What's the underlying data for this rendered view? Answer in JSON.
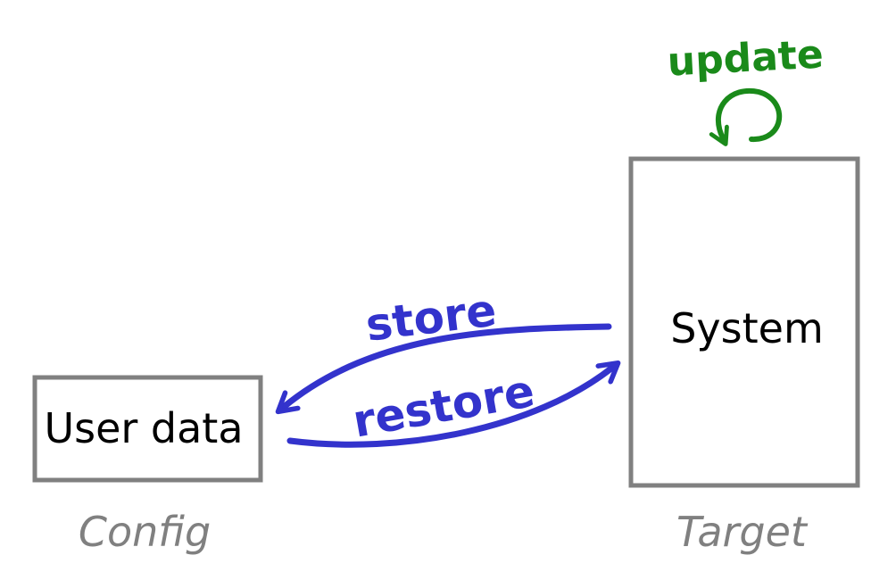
{
  "nodes": {
    "user_data": {
      "label": "User data",
      "caption": "Config"
    },
    "system": {
      "label": "System",
      "caption": "Target"
    }
  },
  "edges": {
    "store": {
      "label": "store",
      "from": "System",
      "to": "User data"
    },
    "restore": {
      "label": "restore",
      "from": "User data",
      "to": "System"
    },
    "update": {
      "label": "update",
      "from": "System",
      "to": "System"
    }
  },
  "colors": {
    "box_stroke": "#808080",
    "caption": "#808080",
    "flow": "#3333cc",
    "self_loop": "#1a8a1a",
    "text": "#000000"
  }
}
